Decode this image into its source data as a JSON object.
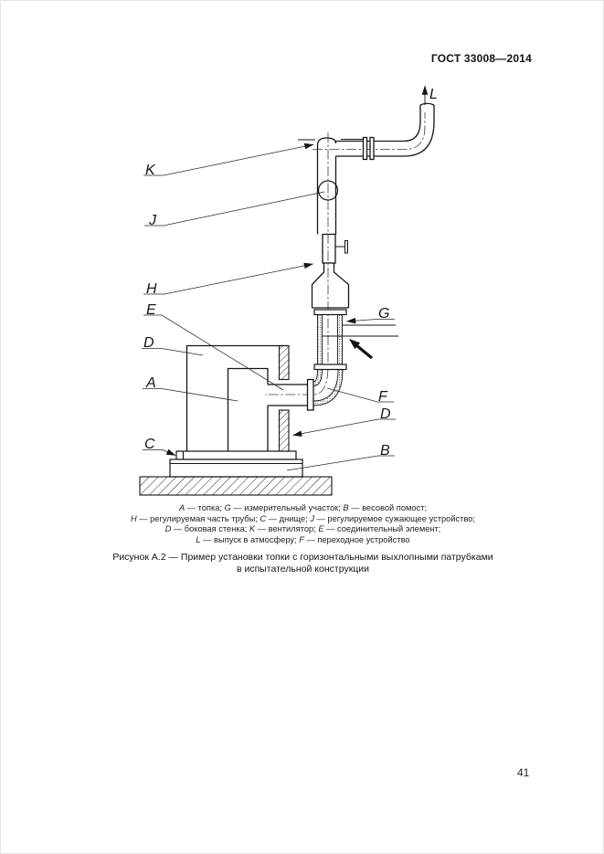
{
  "page": {
    "doc_number": "ГОСТ 33008—2014",
    "page_number": "41"
  },
  "figure": {
    "labels": {
      "K": "K",
      "J": "J",
      "H": "H",
      "E": "E",
      "D_left": "D",
      "A": "A",
      "C": "C",
      "L": "L",
      "G": "G",
      "F": "F",
      "D_right": "D",
      "B": "B"
    },
    "legend_lines": [
      {
        "segments": [
          {
            "letter": "A",
            "text": " — топка; "
          },
          {
            "letter": "G",
            "text": " — измерительный участок; "
          },
          {
            "letter": "B",
            "text": " — весовой помост;"
          }
        ]
      },
      {
        "segments": [
          {
            "letter": "H",
            "text": " — регулируемая часть трубы; "
          },
          {
            "letter": "C",
            "text": " — днище; "
          },
          {
            "letter": "J",
            "text": " — регулируемое сужающее устройство;"
          }
        ]
      },
      {
        "segments": [
          {
            "letter": "D",
            "text": " — боковая стенка; "
          },
          {
            "letter": "K",
            "text": " — вентилятор; "
          },
          {
            "letter": "E",
            "text": " — соединительный элемент;"
          }
        ]
      },
      {
        "segments": [
          {
            "letter": "L",
            "text": " — выпуск в атмосферу; "
          },
          {
            "letter": "F",
            "text": " — переходное устройство"
          }
        ]
      }
    ],
    "caption_line1": "Рисунок А.2 — Пример установки топки с горизонтальными выхлопными патрубками",
    "caption_line2": "в испытательной конструкции"
  }
}
